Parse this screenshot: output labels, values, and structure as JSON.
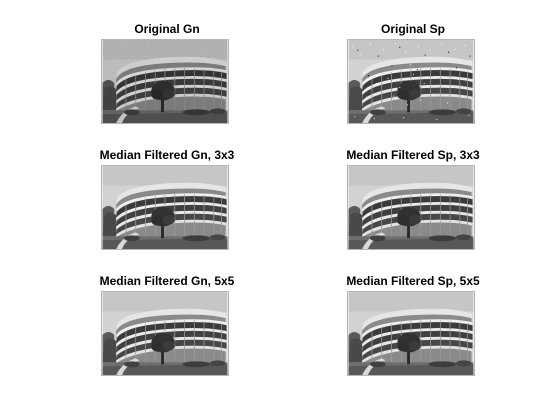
{
  "panels": [
    {
      "title": "Original Gn",
      "noise": "gaussian"
    },
    {
      "title": "Original Sp",
      "noise": "salt-pepper"
    },
    {
      "title": "Median Filtered Gn, 3x3",
      "noise": "none"
    },
    {
      "title": "Median Filtered Sp, 3x3",
      "noise": "none"
    },
    {
      "title": "Median Filtered Gn, 5x5",
      "noise": "none"
    },
    {
      "title": "Median Filtered Sp, 5x5",
      "noise": "none"
    }
  ]
}
